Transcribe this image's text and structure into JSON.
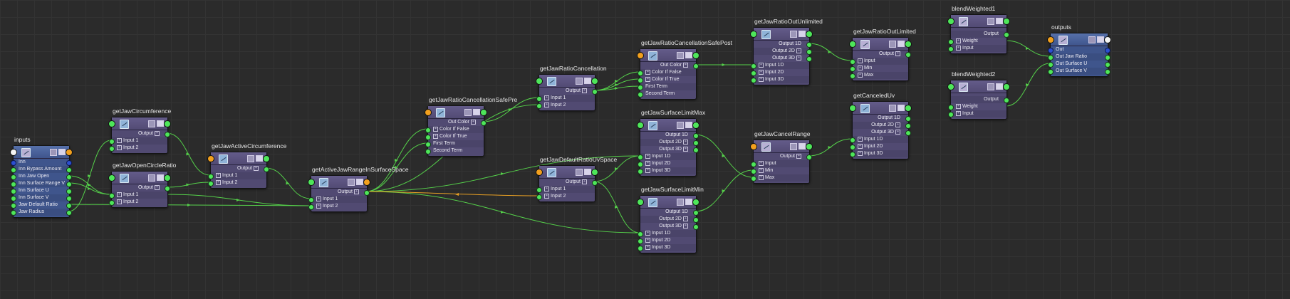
{
  "nodes": [
    {
      "id": "inputs",
      "title": "inputs",
      "style": "blue",
      "icon": "node-icon",
      "hl": "white",
      "hr": "orange",
      "rows": [
        {
          "label": "Inn",
          "in": true,
          "out": true,
          "blue": true
        },
        {
          "label": "Inn Bypass Amount",
          "in": true,
          "out": true
        },
        {
          "label": "Inn Jaw Open",
          "in": true,
          "out": true
        },
        {
          "label": "Inn Surface Range V",
          "in": true,
          "out": true
        },
        {
          "label": "Inn Surface U",
          "in": true,
          "out": true
        },
        {
          "label": "Inn Surface V",
          "in": true,
          "out": true
        },
        {
          "label": "Jaw Default Ratio",
          "in": true,
          "out": true
        },
        {
          "label": "Jaw Radius",
          "in": true,
          "out": true
        }
      ]
    },
    {
      "id": "getJawCircumference",
      "title": "getJawCircumference",
      "icon": "multiply-icon",
      "hl": "green",
      "hr": "green",
      "rows": [
        {
          "label": "Output",
          "out": true,
          "output": true,
          "plus": true
        },
        {
          "label": "Input 1",
          "in": true,
          "plus": true
        },
        {
          "label": "Input 2",
          "in": true,
          "plus": true
        }
      ]
    },
    {
      "id": "getJawOpenCircleRatio",
      "title": "getJawOpenCircleRatio",
      "icon": "multiply-icon",
      "hl": "green",
      "hr": "green",
      "rows": [
        {
          "label": "Output",
          "out": true,
          "output": true,
          "plus": true
        },
        {
          "label": "Input 1",
          "in": true,
          "plus": true
        },
        {
          "label": "Input 2",
          "in": true,
          "plus": true
        }
      ]
    },
    {
      "id": "getJawActiveCircumference",
      "title": "getJawActiveCircumference",
      "icon": "multiply-icon",
      "hl": "orange",
      "hr": "green",
      "rows": [
        {
          "label": "Output",
          "out": true,
          "output": true,
          "plus": true
        },
        {
          "label": "Input 1",
          "in": true,
          "plus": true
        },
        {
          "label": "Input 2",
          "in": true,
          "plus": true
        }
      ]
    },
    {
      "id": "getActiveJawRangeInSurfaceSpace",
      "title": "getActiveJawRangeInSurfaceSpace",
      "icon": "multiply-icon",
      "hl": "green",
      "hr": "orange",
      "rows": [
        {
          "label": "Output",
          "out": true,
          "output": true,
          "plus": true
        },
        {
          "label": "Input 1",
          "in": true,
          "plus": true
        },
        {
          "label": "Input 2",
          "in": true,
          "plus": true
        }
      ]
    },
    {
      "id": "getJawRatioCancellationSafePre",
      "title": "getJawRatioCancellationSafePre",
      "icon": "condition-icon",
      "hl": "orange",
      "hr": "green",
      "rows": [
        {
          "label": "Out Color",
          "out": true,
          "output": true,
          "plus": true
        },
        {
          "label": "Color If False",
          "in": true,
          "plus": true
        },
        {
          "label": "Color If True",
          "in": true,
          "plus": true
        },
        {
          "label": "First Term",
          "in": true
        },
        {
          "label": "Second Term",
          "in": true
        }
      ]
    },
    {
      "id": "getJawRatioCancellation",
      "title": "getJawRatioCancellation",
      "icon": "multiply-icon",
      "hl": "green",
      "hr": "green",
      "rows": [
        {
          "label": "Output",
          "out": true,
          "output": true,
          "plus": true
        },
        {
          "label": "Input 1",
          "in": true,
          "plus": true
        },
        {
          "label": "Input 2",
          "in": true,
          "plus": true
        }
      ]
    },
    {
      "id": "getJawDefaultRatioUvSpace",
      "title": "getJawDefaultRatioUvSpace",
      "icon": "multiply-icon",
      "hl": "orange",
      "hr": "green",
      "rows": [
        {
          "label": "Output",
          "out": true,
          "output": true,
          "plus": true
        },
        {
          "label": "Input 1",
          "in": true,
          "plus": true
        },
        {
          "label": "Input 2",
          "in": true,
          "plus": true
        }
      ]
    },
    {
      "id": "getJawRatioCancellationSafePost",
      "title": "getJawRatioCancellationSafePost",
      "icon": "condition-icon",
      "hl": "orange",
      "hr": "green",
      "rows": [
        {
          "label": "Out Color",
          "out": true,
          "output": true,
          "plus": true
        },
        {
          "label": "Color If False",
          "in": true,
          "plus": true
        },
        {
          "label": "Color If True",
          "in": true,
          "plus": true
        },
        {
          "label": "First Term",
          "in": true
        },
        {
          "label": "Second Term",
          "in": true
        }
      ]
    },
    {
      "id": "getJawSurfaceLimitMax",
      "title": "getJawSurfaceLimitMax",
      "icon": "multiply-icon",
      "hl": "green",
      "hr": "green",
      "rows": [
        {
          "label": "Output 1D",
          "out": true,
          "output": true
        },
        {
          "label": "Output 2D",
          "out": true,
          "output": true,
          "plus": true
        },
        {
          "label": "Output 3D",
          "out": true,
          "output": true,
          "plus": true
        },
        {
          "label": "Input 1D",
          "in": true,
          "plus": true
        },
        {
          "label": "Input 2D",
          "in": true,
          "plus": true
        },
        {
          "label": "Input 3D",
          "in": true,
          "plus": true
        }
      ]
    },
    {
      "id": "getJawSurfaceLimitMin",
      "title": "getJawSurfaceLimitMin",
      "icon": "multiply-icon",
      "hl": "green",
      "hr": "green",
      "rows": [
        {
          "label": "Output 1D",
          "out": true,
          "output": true
        },
        {
          "label": "Output 2D",
          "out": true,
          "output": true,
          "plus": true
        },
        {
          "label": "Output 3D",
          "out": true,
          "output": true,
          "plus": true
        },
        {
          "label": "Input 1D",
          "in": true,
          "plus": true
        },
        {
          "label": "Input 2D",
          "in": true,
          "plus": true
        },
        {
          "label": "Input 3D",
          "in": true,
          "plus": true
        }
      ]
    },
    {
      "id": "getJawRatioOutUnlimited",
      "title": "getJawRatioOutUnlimited",
      "icon": "multiply-icon",
      "hl": "green",
      "hr": "green",
      "rows": [
        {
          "label": "Output 1D",
          "out": true,
          "output": true
        },
        {
          "label": "Output 2D",
          "out": true,
          "output": true,
          "plus": true
        },
        {
          "label": "Output 3D",
          "out": true,
          "output": true,
          "plus": true
        },
        {
          "label": "Input 1D",
          "in": true,
          "plus": true
        },
        {
          "label": "Input 2D",
          "in": true,
          "plus": true
        },
        {
          "label": "Input 3D",
          "in": true,
          "plus": true
        }
      ]
    },
    {
      "id": "getJawCancelRange",
      "title": "getJawCancelRange",
      "icon": "clamp-icon",
      "hl": "orange",
      "hr": "green",
      "rows": [
        {
          "label": "Output",
          "out": true,
          "output": true,
          "plus": true
        },
        {
          "label": "Input",
          "in": true,
          "plus": true
        },
        {
          "label": "Min",
          "in": true,
          "plus": true
        },
        {
          "label": "Max",
          "in": true,
          "plus": true
        }
      ]
    },
    {
      "id": "getJawRatioOutLimited",
      "title": "getJawRatioOutLimited",
      "icon": "clamp-icon",
      "hl": "green",
      "hr": "green",
      "rows": [
        {
          "label": "Output",
          "out": true,
          "output": true,
          "plus": true
        },
        {
          "label": "Input",
          "in": true,
          "plus": true
        },
        {
          "label": "Min",
          "in": true,
          "plus": true
        },
        {
          "label": "Max",
          "in": true,
          "plus": true
        }
      ]
    },
    {
      "id": "getCanceledUv",
      "title": "getCanceledUv",
      "icon": "multiply-icon",
      "hl": "green",
      "hr": "green",
      "rows": [
        {
          "label": "Output 1D",
          "out": true,
          "output": true
        },
        {
          "label": "Output 2D",
          "out": true,
          "output": true,
          "plus": true
        },
        {
          "label": "Output 3D",
          "out": true,
          "output": true,
          "plus": true
        },
        {
          "label": "Input 1D",
          "in": true,
          "plus": true
        },
        {
          "label": "Input 2D",
          "in": true,
          "plus": true
        },
        {
          "label": "Input 3D",
          "in": true,
          "plus": true
        }
      ]
    },
    {
      "id": "blendWeighted1",
      "title": "blendWeighted1",
      "icon": "blend-icon",
      "hl": "green",
      "hr": "green",
      "rows": [
        {
          "label": "",
          "spacer": true
        },
        {
          "label": "Output",
          "out": true,
          "output": true
        },
        {
          "label": "Weight",
          "in": true,
          "plus": true
        },
        {
          "label": "Input",
          "in": true,
          "plus": true
        }
      ]
    },
    {
      "id": "blendWeighted2",
      "title": "blendWeighted2",
      "icon": "blend-icon",
      "hl": "green",
      "hr": "green",
      "rows": [
        {
          "label": "",
          "spacer": true
        },
        {
          "label": "Output",
          "out": true,
          "output": true
        },
        {
          "label": "Weight",
          "in": true,
          "plus": true
        },
        {
          "label": "Input",
          "in": true,
          "plus": true
        }
      ]
    },
    {
      "id": "outputs",
      "title": "outputs",
      "style": "blue",
      "icon": "node-icon",
      "hl": "orange",
      "hr": "white",
      "rows": [
        {
          "label": "Out",
          "in": true,
          "out": true,
          "blue": true
        },
        {
          "label": "Out Jaw Ratio",
          "in": true,
          "out": true
        },
        {
          "label": "Out Surface U",
          "in": true,
          "out": true
        },
        {
          "label": "Out Surface V",
          "in": true,
          "out": true
        }
      ]
    }
  ]
}
